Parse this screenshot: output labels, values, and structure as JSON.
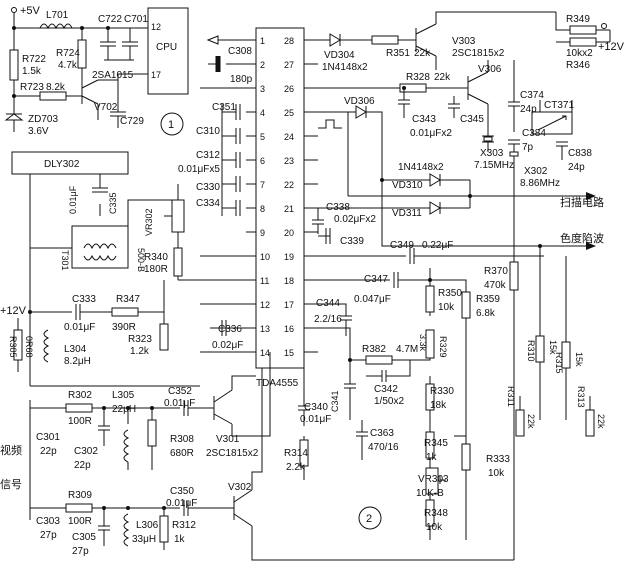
{
  "ic": {
    "name": "TDA4555",
    "left_pins": [
      "1",
      "2",
      "3",
      "4",
      "5",
      "6",
      "7",
      "8",
      "9",
      "10",
      "11",
      "12",
      "13",
      "14"
    ],
    "right_pins": [
      "28",
      "27",
      "26",
      "25",
      "24",
      "23",
      "22",
      "21",
      "20",
      "19",
      "18",
      "17",
      "16",
      "15"
    ]
  },
  "cpu": {
    "name": "CPU",
    "pin_top": "12",
    "pin_bottom": "17"
  },
  "delay_line": {
    "name": "DLY302",
    "transformer": "T301",
    "winding": "500-B"
  },
  "supplies": {
    "plus5": "+5V",
    "plus12_left": "+12V",
    "plus12_right": "+12V"
  },
  "outputs": {
    "scan": "扫描电路",
    "chroma_trap": "色度陷波"
  },
  "input": {
    "label_line1": "视频",
    "label_line2": "信号"
  },
  "block_markers": {
    "one": "1",
    "two": "2"
  },
  "components": {
    "L701": "L701",
    "C722": "C722",
    "C701": "C701",
    "R722": "R722",
    "R722_val": "1.5k",
    "R724": "R724",
    "R724_val": "4.7k",
    "R723": "R723",
    "R723_val": "8.2k",
    "V702": "V702",
    "V702_type": "2SA1015",
    "ZD703": "ZD703",
    "ZD703_val": "3.6V",
    "C729": "C729",
    "C308": "C308",
    "C308_val": "180p",
    "C351": "C351",
    "C310": "C310",
    "C312": "C312",
    "C312_val": "0.01μFx5",
    "C330": "C330",
    "C334": "C334",
    "C335": "C335",
    "C335_val": "0.01μF",
    "VR302": "VR302",
    "R340": "R340",
    "R340_val": "180R",
    "VD304": "VD304",
    "VD304_type": "1N4148x2",
    "R351": "R351",
    "R351_val": "22k",
    "V303": "V303",
    "V303_type": "2SC1815x2",
    "R328": "R328",
    "R328_val": "22k",
    "V306": "V306",
    "C343": "C343",
    "C343_val": "0.01μFx2",
    "C345": "C345",
    "VD306": "VD306",
    "X303": "X303",
    "X303_val": "7.15MHz",
    "R349": "R349",
    "R349_val": "10kx2",
    "R346": "R346",
    "C374": "C374",
    "C374_val": "24p",
    "CT371": "CT371",
    "C384": "C384",
    "C384_val": "7p",
    "C838": "C838",
    "C838_val": "24p",
    "X302": "X302",
    "X302_val": "8.86MHz",
    "VD310": "VD310",
    "VD310_type": "1N4148x2",
    "VD311": "VD311",
    "C338": "C338",
    "C338_val": "0.02μFx2",
    "C339": "C339",
    "C349": "C349",
    "C349_val": "0.22μF",
    "C347": "C347",
    "C347_val": "0.047μF",
    "R350": "R350",
    "R350_val": "10k",
    "R359": "R359",
    "R359_val": "6.8k",
    "R370": "R370",
    "R370_val": "470k",
    "C333": "C333",
    "C333_val": "0.01μF",
    "R347": "R347",
    "R347_val": "390R",
    "R323": "R323",
    "R323_val": "1.2k",
    "R305": "R305",
    "R305_val": "0R68",
    "L304": "L304",
    "L304_val": "8.2μH",
    "C344": "C344",
    "C344_val": "2.2/16",
    "C336": "C336",
    "C336_val": "0.02μF",
    "R382": "R382",
    "R382_val": "4.7M",
    "C342": "C342",
    "C342_val": "1/50x2",
    "C341": "C341",
    "R329": "R329",
    "R329_val": "3.3k",
    "R330": "R330",
    "R330_val": "18k",
    "R310": "R310",
    "R310_val": "15k",
    "R315": "R315",
    "R315_val": "15k",
    "R311": "R311",
    "R311_val": "22k",
    "R313": "R313",
    "R313_val": "22k",
    "L305": "L305",
    "L305_val": "22μH",
    "C352": "C352",
    "C352_val": "0.01μF",
    "C301": "C301",
    "C301_val": "22p",
    "R302": "R302",
    "R302_val": "100R",
    "C302": "C302",
    "C302_val": "22p",
    "R308": "R308",
    "R308_val": "680R",
    "V301": "V301",
    "V301_type": "2SC1815x2",
    "C340": "C340",
    "C340_val": "0.01μF",
    "R314": "R314",
    "R314_val": "2.2k",
    "C363": "C363",
    "C363_val": "470/16",
    "R345": "R345",
    "R345_val": "1k",
    "R333": "R333",
    "R333_val": "10k",
    "VR303": "VR303",
    "VR303_val": "10K-B",
    "R348": "R348",
    "R348_val": "10k",
    "C350": "C350",
    "C350_val": "0.01μF",
    "V302": "V302",
    "R309": "R309",
    "R309_val": "100R",
    "C303": "C303",
    "C303_val": "27p",
    "C305": "C305",
    "C305_val": "27p",
    "L306": "L306",
    "L306_val": "33μH",
    "R312": "R312",
    "R312_val": "1k"
  }
}
